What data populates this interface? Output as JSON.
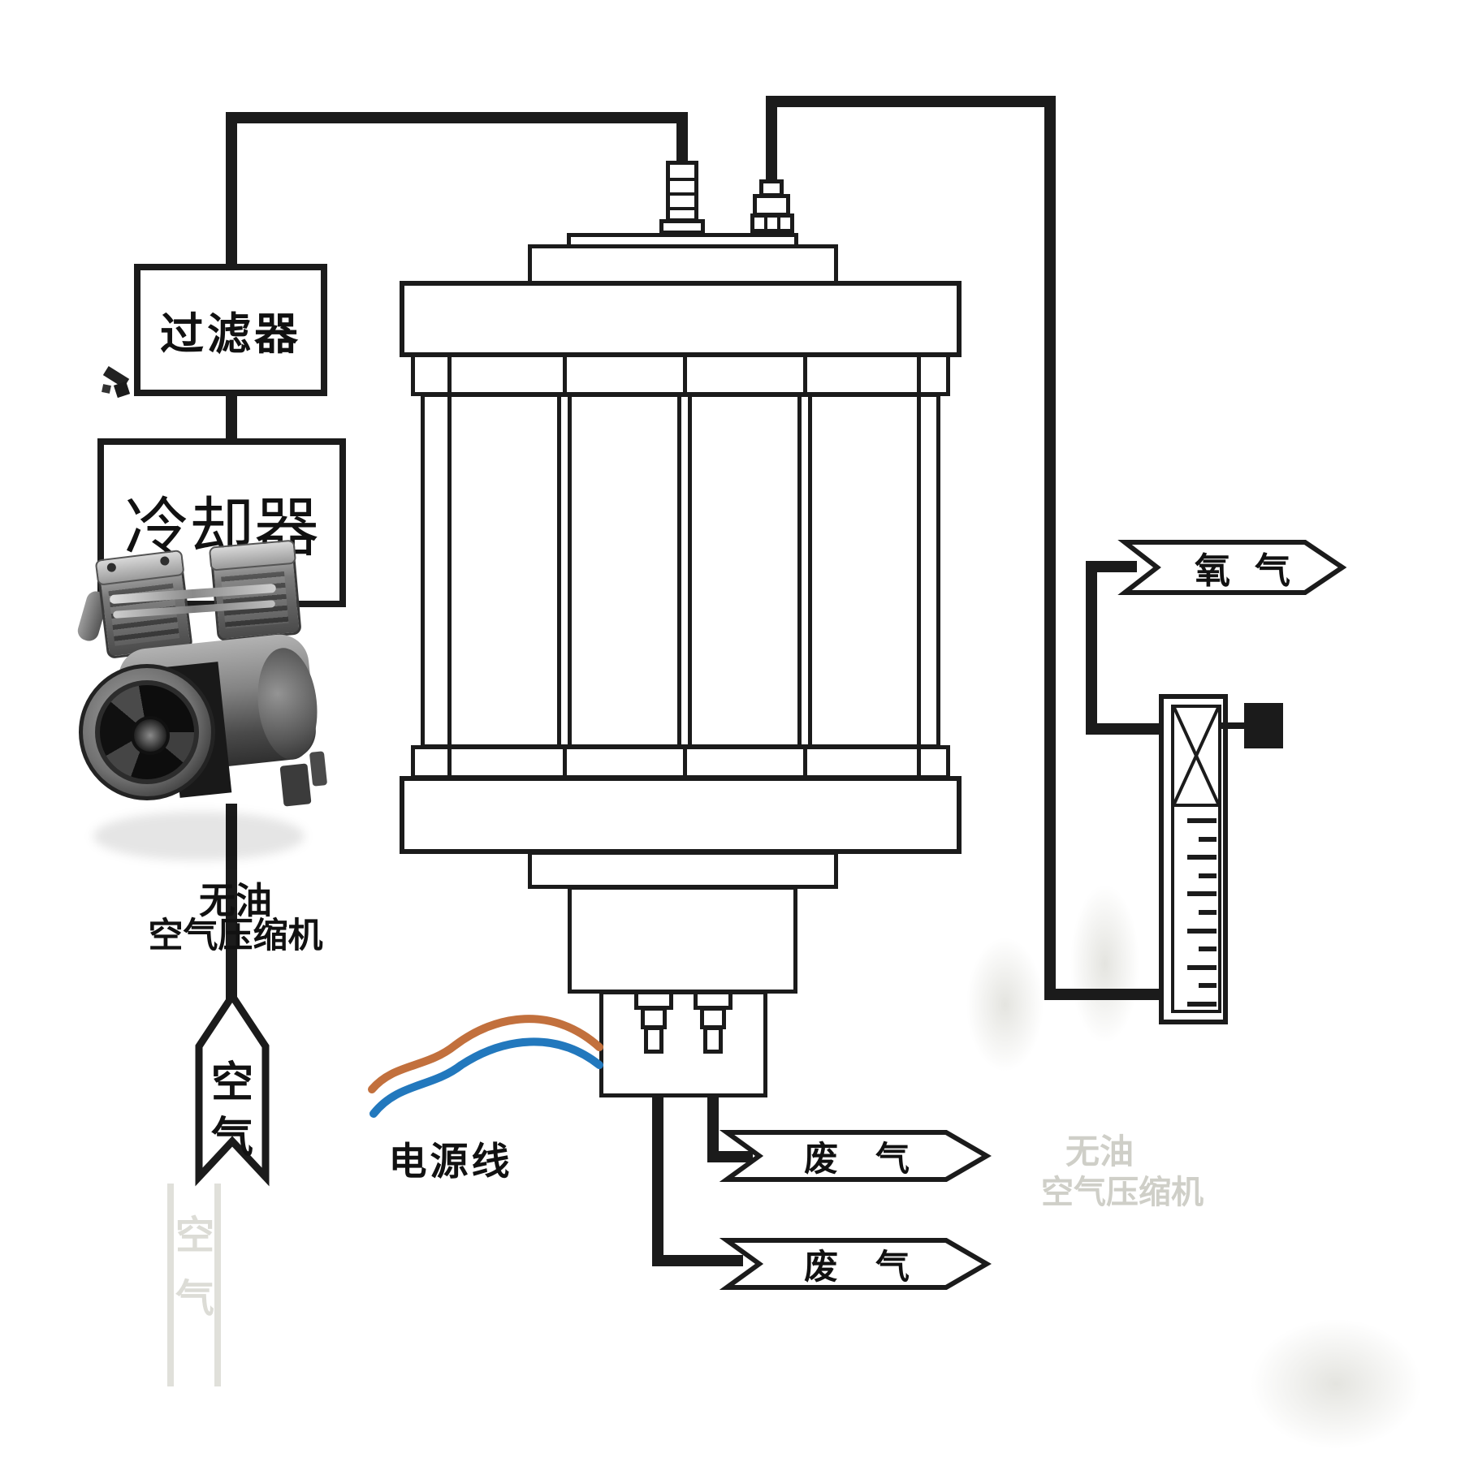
{
  "labels": {
    "filter": "过滤器",
    "cooler": "冷却器",
    "compressor_line1": "无油",
    "compressor_line2": "空气压缩机",
    "power_cord": "电源线",
    "air_char1": "空",
    "air_char2": "气",
    "oxygen": "氧气",
    "waste_top": "废气",
    "waste_bottom": "废气",
    "ghost_line1": "无油",
    "ghost_line2": "空气压缩机",
    "ghost_air1": "空",
    "ghost_air2": "气"
  },
  "colors": {
    "line": "#1b1b1b",
    "wire_orange": "#c2703d",
    "wire_blue": "#2278bd",
    "ghost": "#cfcfc8"
  },
  "flowmeter": {
    "tick_count": 11
  }
}
